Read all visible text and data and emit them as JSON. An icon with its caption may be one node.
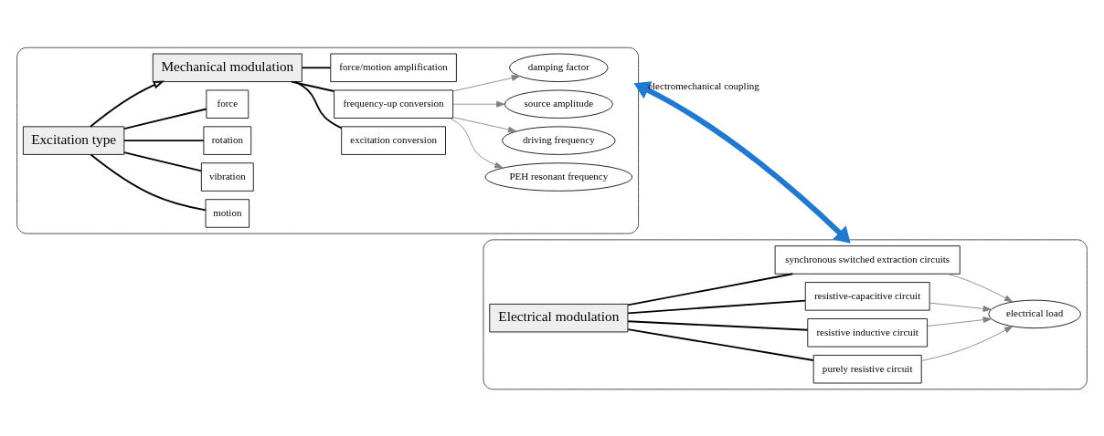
{
  "diagram": {
    "nodes": [
      {
        "text": [],
        "shape": "box"
      },
      {
        "text": [
          "Excitation type"
        ],
        "in": 0
      },
      {
        "text": [
          "motion"
        ],
        "in": 0
      },
      {
        "text": [
          "vibration"
        ],
        "in": 0
      },
      {
        "text": [
          "rotation"
        ],
        "in": 0
      },
      {
        "text": [
          "force"
        ],
        "in": 0
      },
      {
        "text": [
          "Mechanical modulation"
        ],
        "in": 0
      },
      {
        "text": [
          "excitation conversion"
        ],
        "in": 0
      },
      {
        "text": [
          "frequency-up conversion"
        ],
        "in": 0
      },
      {
        "text": [
          "force/motion amplification"
        ],
        "in": 0
      },
      {
        "text": [
          "PEH resonant frequency"
        ],
        "in": 0
      },
      {
        "text": [
          "driving frequency"
        ],
        "in": 0
      },
      {
        "text": [
          "source amplitude"
        ],
        "in": 0
      },
      {
        "text": [
          "damping factor"
        ],
        "in": 0
      },
      {
        "text": [],
        "shape": "box"
      },
      {
        "text": [
          "Electrical modulation"
        ],
        "in": 14
      },
      {
        "text": [
          "electrical load"
        ],
        "in": 14
      },
      {
        "text": [
          "purely resistive circuit"
        ],
        "in": 14
      },
      {
        "text": [
          "resistive inductive circuit"
        ],
        "in": 14
      },
      {
        "text": [
          "resistive-capacitive circuit"
        ],
        "in": 14
      },
      {
        "text": [
          "synchronous switched extraction circuits"
        ],
        "in": 14
      }
    ],
    "edges": [
      {
        "from": 1,
        "to": 2,
        "arrow": "none"
      },
      {
        "from": 1,
        "to": 3,
        "arrow": "none"
      },
      {
        "from": 1,
        "to": 4,
        "arrow": "none"
      },
      {
        "from": 1,
        "to": 5,
        "arrow": "none"
      },
      {
        "from": 1,
        "to": 6,
        "arrow": "to"
      },
      {
        "from": 6,
        "to": 7,
        "arrow": "none"
      },
      {
        "from": 6,
        "to": 8,
        "arrow": "none"
      },
      {
        "from": 6,
        "to": 9,
        "arrow": "none"
      },
      {
        "from": 8,
        "to": 10,
        "arrow": "to",
        "color": "#808080"
      },
      {
        "from": 8,
        "to": 11,
        "arrow": "to",
        "color": "#808080"
      },
      {
        "from": 8,
        "to": 12,
        "arrow": "to",
        "color": "#808080"
      },
      {
        "from": 8,
        "to": 13,
        "arrow": "to",
        "color": "#808080"
      },
      {
        "from": 0,
        "to": 14,
        "arrow": "both",
        "label": "electromechanical coupling",
        "style": "thick",
        "color": "#1f78d1"
      },
      {
        "from": 15,
        "to": 17,
        "arrow": "none"
      },
      {
        "from": 15,
        "to": 18,
        "arrow": "none"
      },
      {
        "from": 15,
        "to": 19,
        "arrow": "none"
      },
      {
        "from": 15,
        "to": 20,
        "arrow": "none"
      },
      {
        "from": 17,
        "to": 16,
        "arrow": "to",
        "color": "#808080"
      },
      {
        "from": 18,
        "to": 16,
        "arrow": "to",
        "color": "#808080"
      },
      {
        "from": 19,
        "to": 16,
        "arrow": "to",
        "color": "#808080"
      },
      {
        "from": 20,
        "to": 16,
        "arrow": "to",
        "color": "#808080"
      }
    ]
  }
}
